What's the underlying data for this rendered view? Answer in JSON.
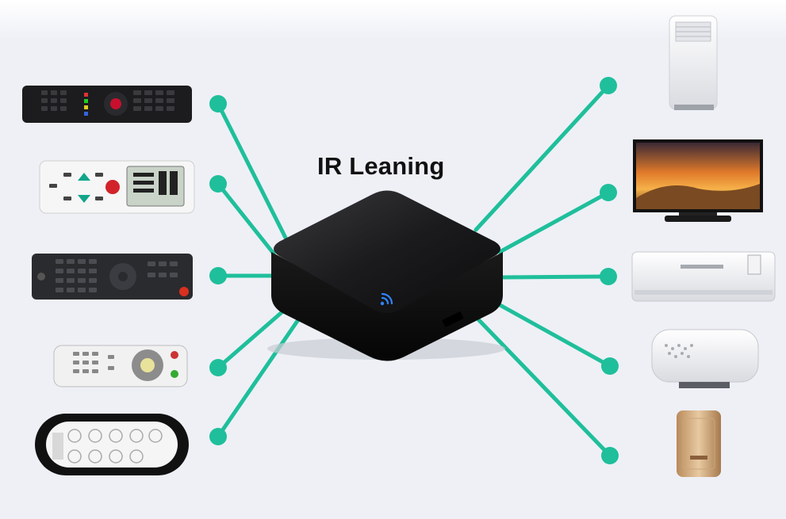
{
  "title": "IR Leaning",
  "colors": {
    "connector": "#1fbf9b",
    "background": "#eef0f6",
    "hub": "#141414",
    "wifi_led": "#2f86ff"
  },
  "hub": {
    "name": "ir-blaster-hub",
    "icon": "wifi-signal-icon"
  },
  "remotes": [
    {
      "name": "tv-remote",
      "icon": "tv-remote-icon"
    },
    {
      "name": "air-conditioner-remote",
      "icon": "ac-remote-icon"
    },
    {
      "name": "set-top-box-remote",
      "icon": "stb-remote-icon"
    },
    {
      "name": "dvd-remote",
      "icon": "dvd-remote-icon"
    },
    {
      "name": "oval-remote",
      "icon": "small-remote-icon"
    }
  ],
  "appliances": [
    {
      "name": "portable-air-conditioner",
      "icon": "portable-ac-icon"
    },
    {
      "name": "television",
      "icon": "tv-icon"
    },
    {
      "name": "split-air-conditioner",
      "icon": "split-ac-icon"
    },
    {
      "name": "water-heater",
      "icon": "water-heater-icon"
    },
    {
      "name": "air-purifier",
      "icon": "air-purifier-icon"
    }
  ]
}
